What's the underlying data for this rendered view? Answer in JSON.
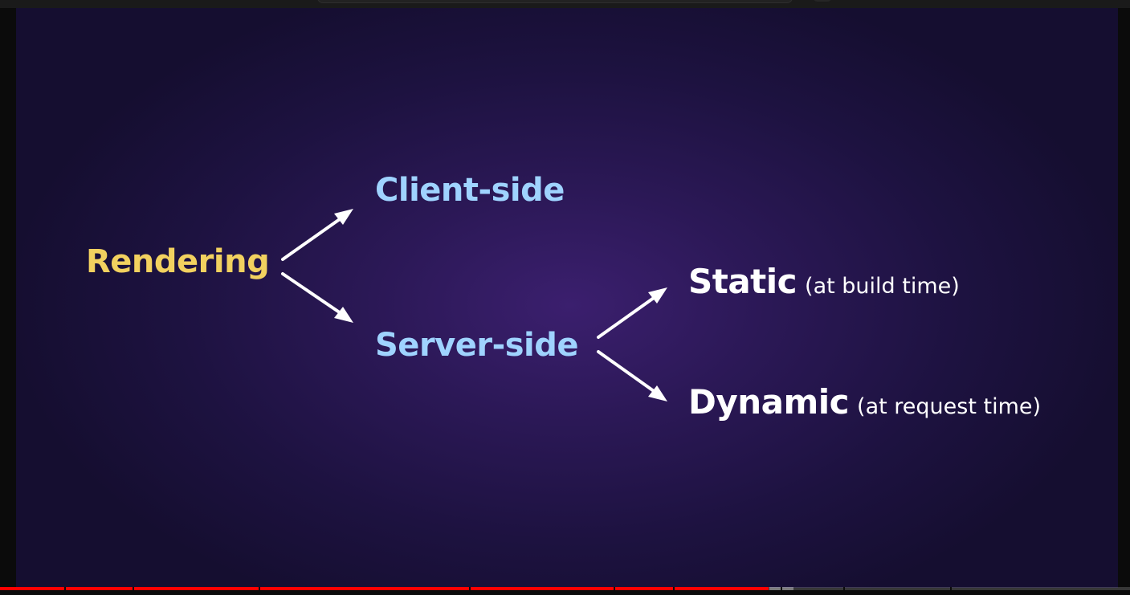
{
  "diagram": {
    "root": "Rendering",
    "branches": [
      {
        "label": "Client-side"
      },
      {
        "label": "Server-side"
      }
    ],
    "server_children": [
      {
        "label": "Static",
        "note": "(at build time)"
      },
      {
        "label": "Dynamic",
        "note": "(at request time)"
      }
    ]
  },
  "colors": {
    "root": "#f2d15f",
    "branch": "#9fd3ff",
    "leaf": "#ffffff",
    "progress_played": "#ff0000"
  },
  "player": {
    "progress_played_fraction": 0.68
  }
}
